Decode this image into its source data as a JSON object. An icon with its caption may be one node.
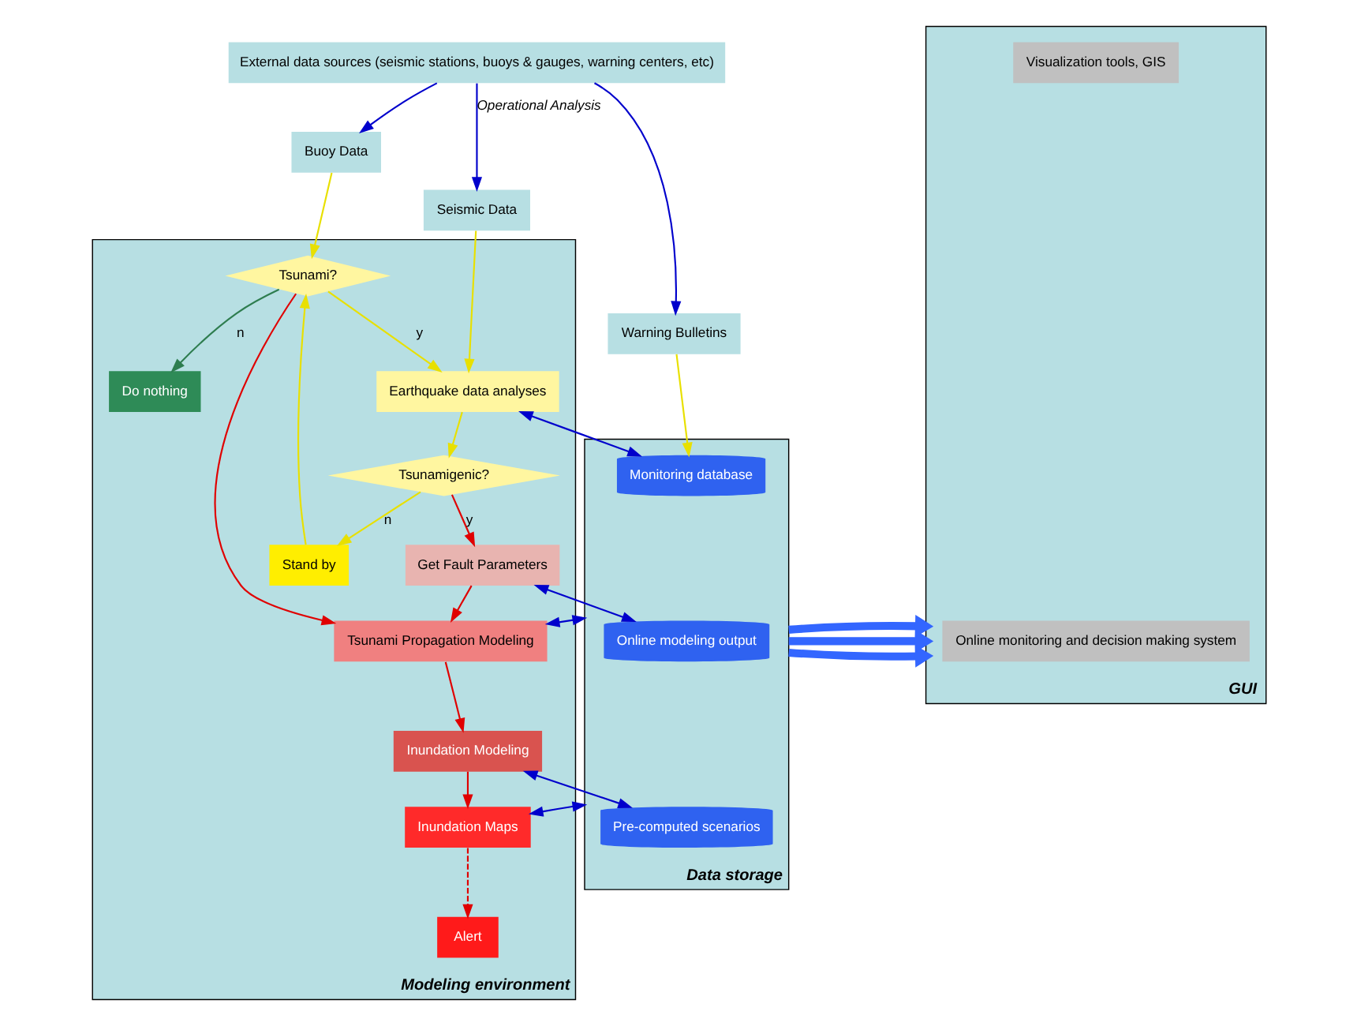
{
  "diagram": {
    "nodes": [
      {
        "text": [
          "External data sources (seismic stations, buoys & gauges, warning centers, etc)"
        ]
      },
      {
        "text": [
          "Buoy Data"
        ]
      },
      {
        "text": [
          "Seismic Data"
        ]
      },
      {
        "text": [
          "Warning Bulletins"
        ]
      },
      {
        "text": [
          "Modeling environment"
        ]
      },
      {
        "text": [
          "Tsunami?"
        ],
        "in": 4
      },
      {
        "text": [
          "Earthquake data analyses"
        ],
        "in": 4
      },
      {
        "text": [
          "Stand by"
        ],
        "in": 4
      },
      {
        "text": [
          "Tsunamigenic?"
        ],
        "in": 4
      },
      {
        "text": [
          "Get Fault Parameters"
        ],
        "in": 4
      },
      {
        "text": [
          "Do nothing"
        ],
        "in": 4
      },
      {
        "text": [
          "Tsunami Propagation Modeling"
        ],
        "in": 4
      },
      {
        "text": [
          "Inundation Modeling"
        ],
        "in": 4
      },
      {
        "text": [
          "Alert"
        ],
        "in": 4
      },
      {
        "text": [
          "Inundation Maps"
        ],
        "in": 4
      },
      {
        "text": [
          "Data storage"
        ]
      },
      {
        "text": [
          "Monitoring database"
        ],
        "in": 15
      },
      {
        "text": [
          "Online modeling output"
        ],
        "in": 15
      },
      {
        "text": [
          "Pre-computed scenarios"
        ],
        "in": 15
      },
      {
        "text": [
          "GUI"
        ]
      },
      {
        "text": [
          "Online monitoring and decision making system"
        ],
        "in": 19
      },
      {
        "text": [
          "Visualization tools, GIS"
        ],
        "in": 19
      }
    ],
    "edges": [
      {
        "from": 0,
        "to": 1,
        "arrow": "to"
      },
      {
        "from": 0,
        "to": 2,
        "arrow": "to",
        "label": "Operational Analysis"
      },
      {
        "from": 0,
        "to": 3,
        "arrow": "to"
      },
      {
        "from": 1,
        "to": 5,
        "arrow": "to",
        "color": "#e8e000"
      },
      {
        "from": 2,
        "to": 6,
        "arrow": "to",
        "color": "#e8e000"
      },
      {
        "from": 3,
        "to": 16,
        "arrow": "to",
        "color": "#e8e000"
      },
      {
        "from": 5,
        "to": 6,
        "arrow": "to",
        "label": "y",
        "color": "#e8e000"
      },
      {
        "from": 5,
        "to": 11,
        "arrow": "to",
        "color": "#e00000"
      },
      {
        "from": 5,
        "to": 10,
        "arrow": "to",
        "label": "n",
        "color": "#2e7d4f"
      },
      {
        "from": 6,
        "to": 16,
        "arrow": "both"
      },
      {
        "from": 6,
        "to": 8,
        "arrow": "to",
        "color": "#e8e000"
      },
      {
        "from": 8,
        "to": 7,
        "arrow": "to",
        "label": "n",
        "color": "#e8e000"
      },
      {
        "from": 7,
        "to": 5,
        "arrow": "to",
        "color": "#e8e000"
      },
      {
        "from": 8,
        "to": 9,
        "arrow": "to",
        "label": "y",
        "color": "#e00000"
      },
      {
        "from": 9,
        "to": 17,
        "arrow": "both"
      },
      {
        "from": 9,
        "to": 11,
        "arrow": "to",
        "color": "#e00000"
      },
      {
        "from": 11,
        "to": 15,
        "arrow": "both"
      },
      {
        "from": 11,
        "to": 12,
        "arrow": "to",
        "color": "#e00000"
      },
      {
        "from": 12,
        "to": 18,
        "arrow": "both"
      },
      {
        "from": 12,
        "to": 14,
        "arrow": "to",
        "color": "#e00000"
      },
      {
        "from": 14,
        "to": 15,
        "arrow": "both"
      },
      {
        "from": 14,
        "to": 13,
        "arrow": "to",
        "style": "dashed",
        "color": "#e00000"
      },
      {
        "from": 15,
        "to": 19,
        "arrow": "to",
        "style": "thick",
        "color": "#3366ff"
      },
      {
        "from": 15,
        "to": 19,
        "arrow": "to",
        "style": "thick",
        "color": "#3366ff"
      },
      {
        "from": 15,
        "to": 19,
        "arrow": "to",
        "style": "thick",
        "color": "#3366ff"
      }
    ]
  }
}
